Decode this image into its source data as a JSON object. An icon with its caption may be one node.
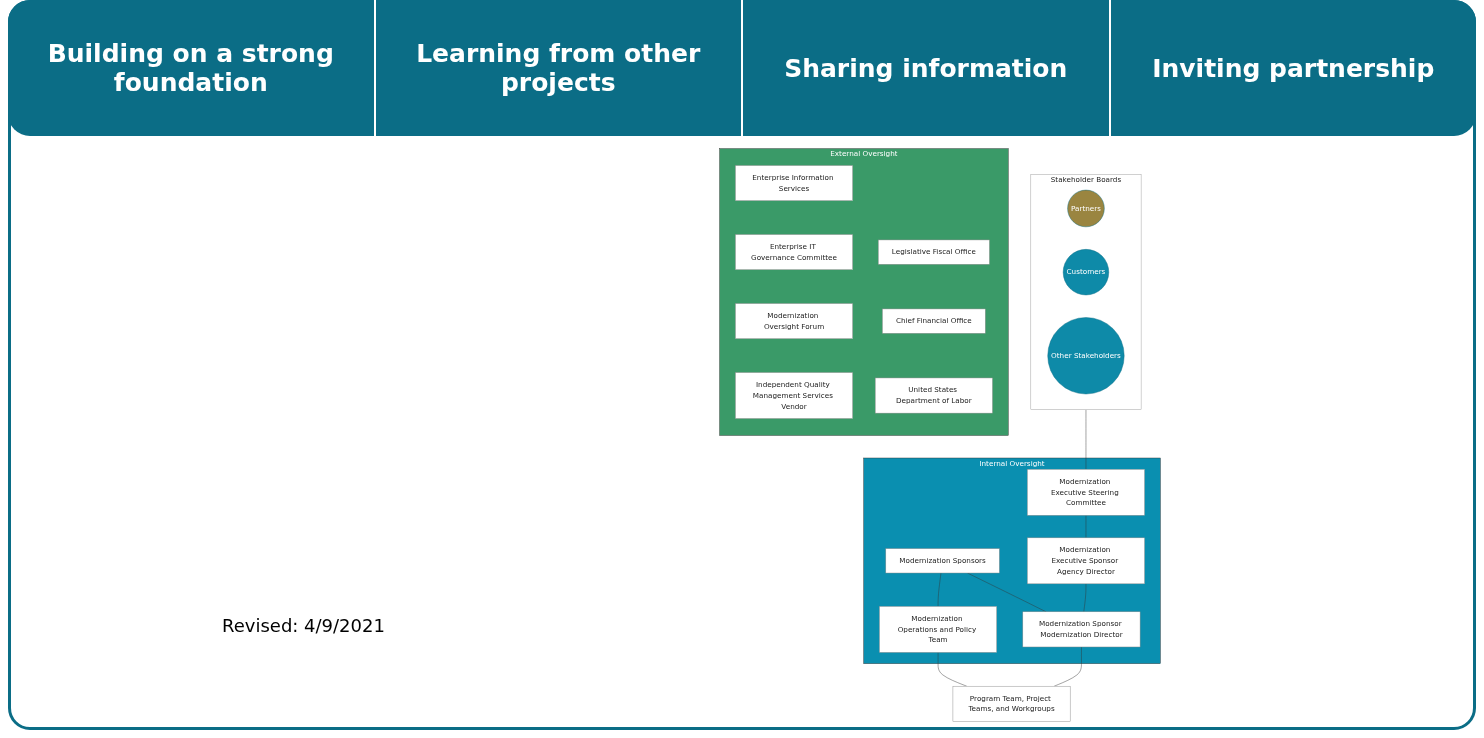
{
  "diagram": {
    "nodes": [
      {
        "text": [
          "Stakeholder Boards"
        ]
      },
      {
        "text": [
          "Partners"
        ],
        "in": 0
      },
      {
        "text": [
          "Customers"
        ],
        "in": 0
      },
      {
        "text": [
          "Other Stakeholders"
        ],
        "in": 0
      },
      {
        "text": [
          "Internal Oversight"
        ]
      },
      {
        "text": [
          "Modernization Executive Steering Committee"
        ],
        "in": 4
      },
      {
        "text": [
          "Modernization Sponsors"
        ],
        "in": 4
      },
      {
        "text": [
          "Modernization Operations and Policy Team"
        ],
        "in": 4
      },
      {
        "text": [
          "Modernization Executive Sponsor Agency Director"
        ],
        "in": 4
      },
      {
        "text": [
          "Modernization Sponsor Modernization Director"
        ],
        "in": 4
      },
      {
        "text": [
          "External Oversight"
        ]
      },
      {
        "text": [
          "Enterprise Information Services"
        ],
        "in": 10
      },
      {
        "text": [
          "Legislative Fiscal Office"
        ],
        "in": 10
      },
      {
        "text": [
          "Enterprise IT Governance Committee"
        ],
        "in": 10
      },
      {
        "text": [
          "Chief Financial Office"
        ],
        "in": 10
      },
      {
        "text": [
          "Modernization Oversight Forum"
        ],
        "in": 10
      },
      {
        "text": [
          "United States Department of Labor"
        ],
        "in": 10
      },
      {
        "text": [
          "Independent Quality Management Services Vendor"
        ],
        "in": 10
      },
      {
        "text": [
          "Program Team, Project Teams, and Workgroups"
        ]
      }
    ],
    "edges": [
      {
        "from": 0,
        "to": 5,
        "arrow": "none"
      },
      {
        "from": 5,
        "to": 8,
        "arrow": "none"
      },
      {
        "from": 6,
        "to": 9,
        "arrow": "none"
      },
      {
        "from": 6,
        "to": 7,
        "arrow": "none"
      },
      {
        "from": 8,
        "to": 9,
        "arrow": "none"
      },
      {
        "from": 7,
        "to": 18,
        "arrow": "none"
      },
      {
        "from": 9,
        "to": 18,
        "arrow": "none"
      }
    ],
    "labels": [
      "Building on a strong foundation",
      "Learning from other projects",
      "Sharing information",
      "Inviting partnership",
      "Revised: 4/9/2021"
    ]
  }
}
